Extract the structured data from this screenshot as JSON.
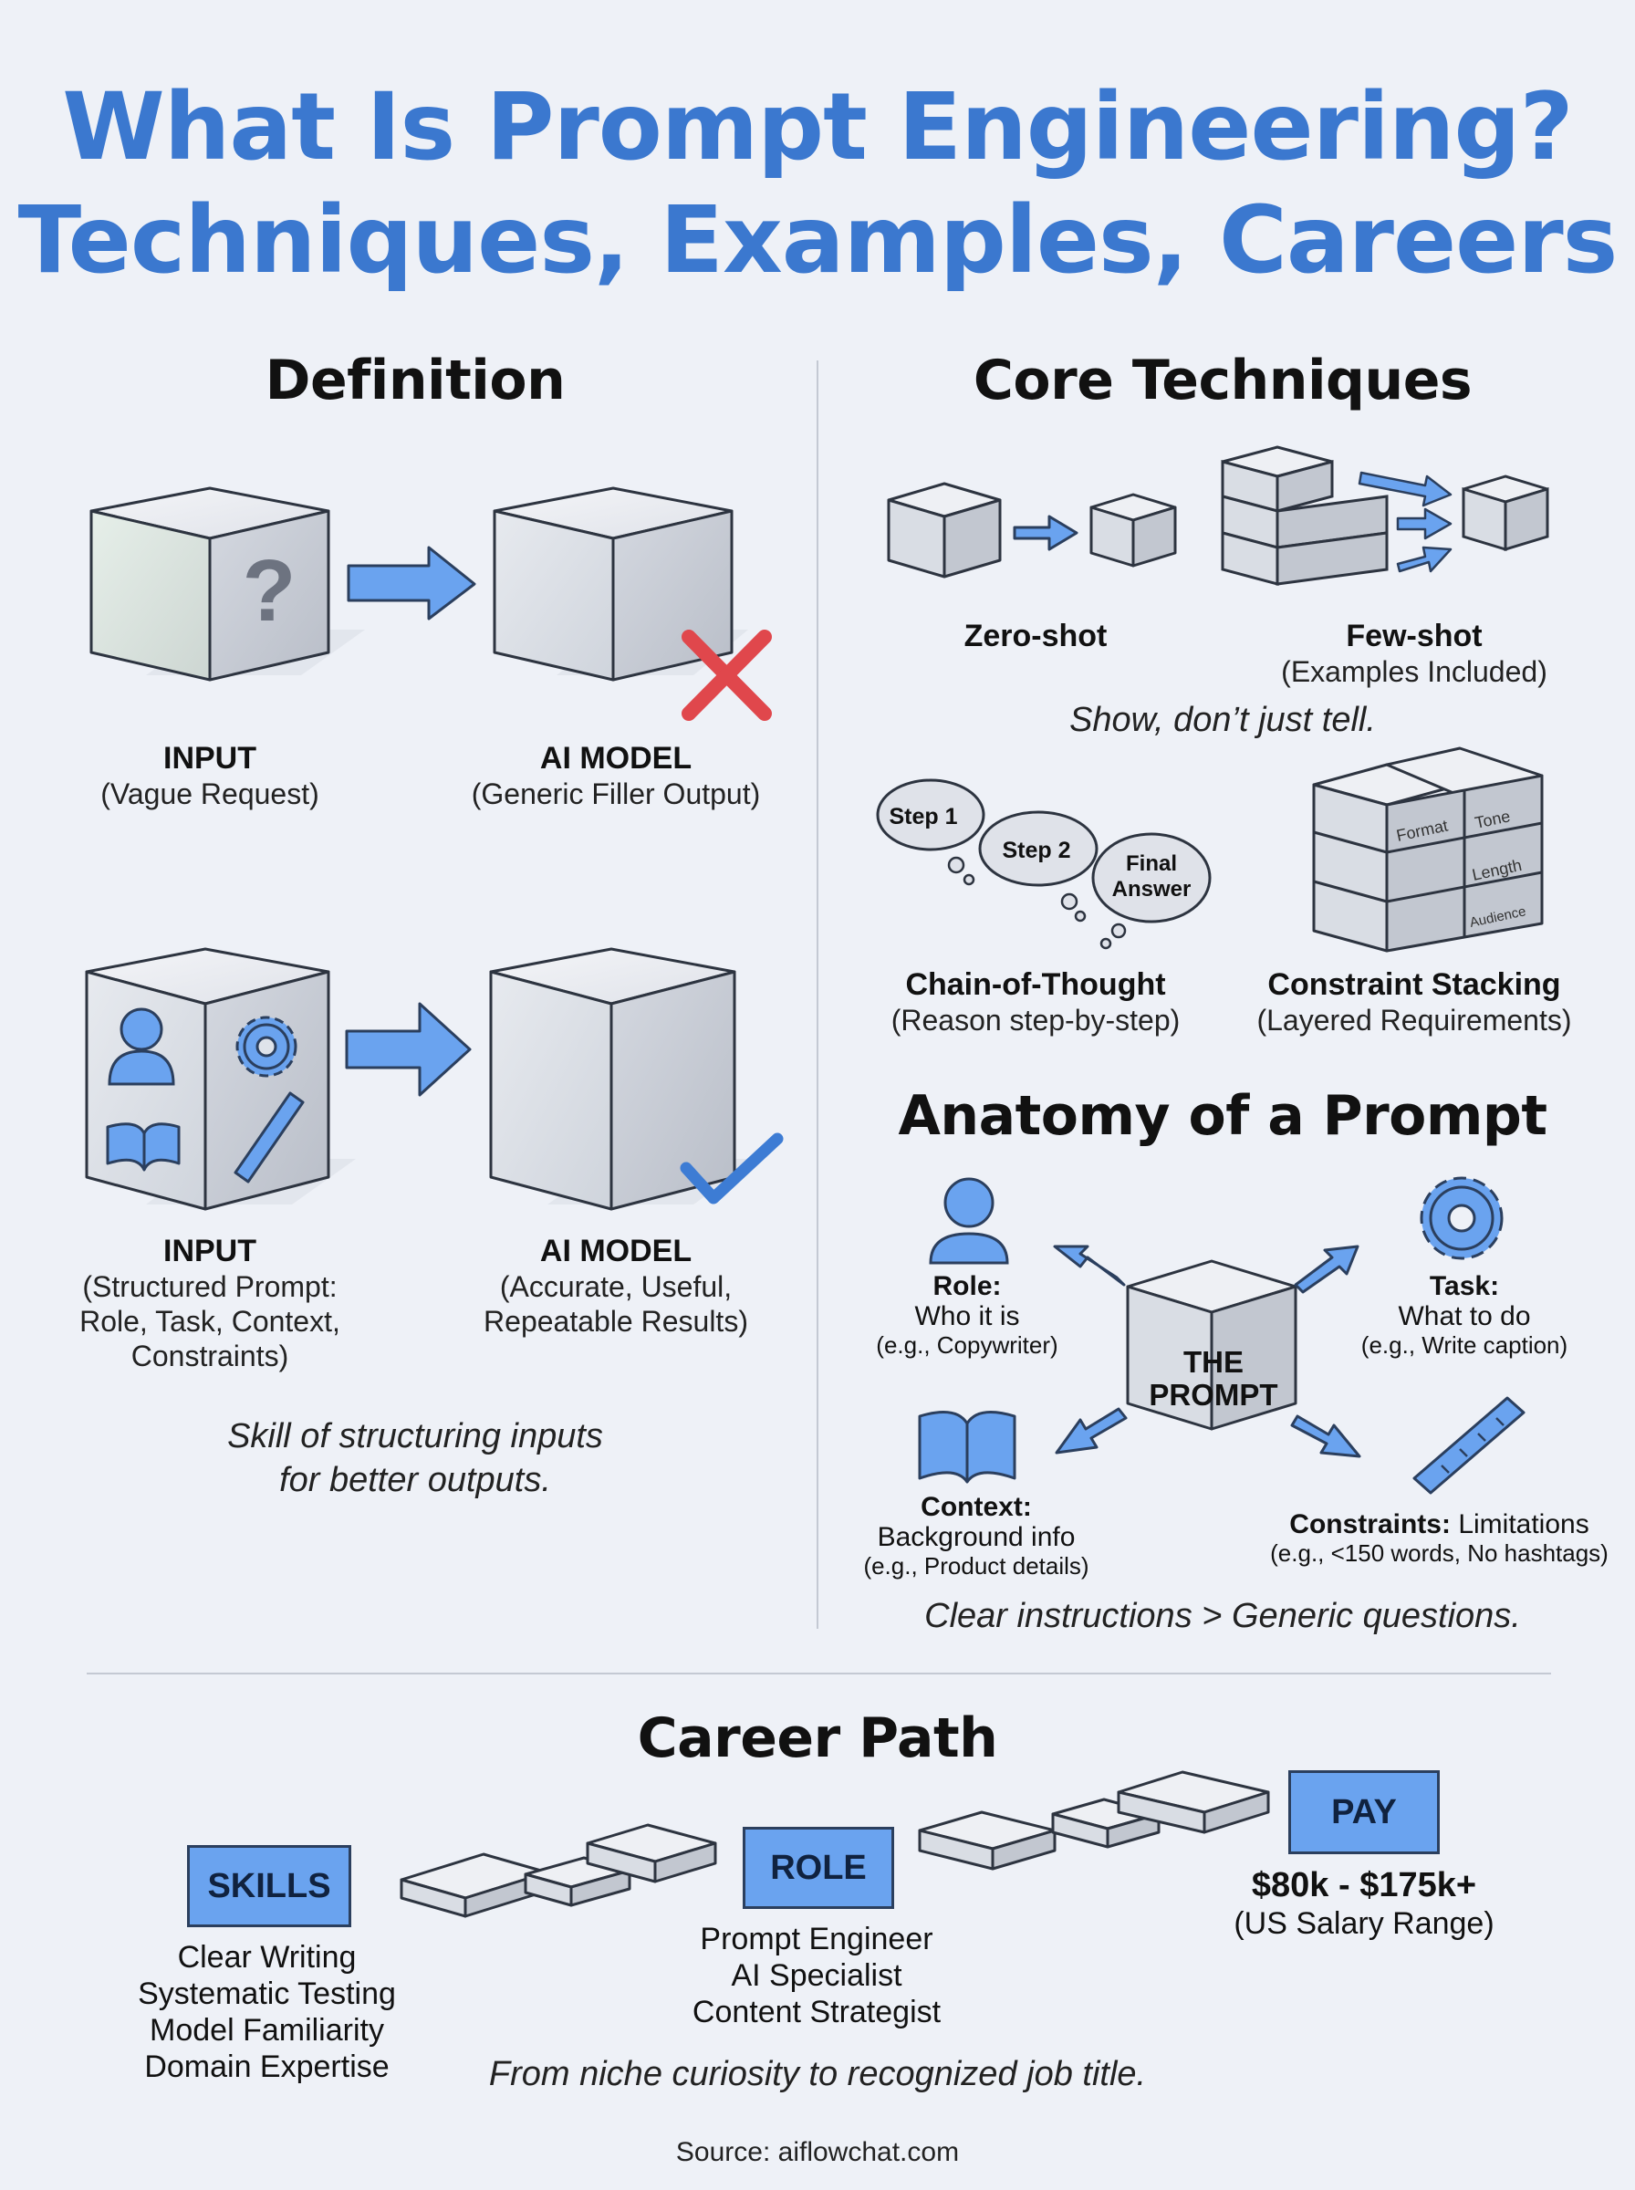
{
  "title": {
    "line1": "What Is Prompt Engineering?",
    "line2": "Techniques, Examples, Careers"
  },
  "definition": {
    "heading": "Definition",
    "row1": {
      "input_label": "INPUT",
      "input_sub": "(Vague Request)",
      "model_label": "AI MODEL",
      "model_sub": "(Generic Filler Output)"
    },
    "row2": {
      "input_label": "INPUT",
      "input_sub": [
        "(Structured Prompt:",
        "Role, Task, Context,",
        "Constraints)"
      ],
      "model_label": "AI MODEL",
      "model_sub": [
        "(Accurate, Useful,",
        "Repeatable Results)"
      ]
    },
    "tagline": [
      "Skill of structuring inputs",
      "for better outputs."
    ]
  },
  "techniques": {
    "heading": "Core Techniques",
    "zero_shot": {
      "label": "Zero-shot"
    },
    "few_shot": {
      "label": "Few-shot",
      "sub": "(Examples Included)"
    },
    "tagline": "Show, don’t just tell.",
    "chain_of_thought": {
      "label": "Chain-of-Thought",
      "sub": "(Reason step-by-step)",
      "bubbles": [
        "Step 1",
        "Step 2",
        "Final",
        "Answer"
      ]
    },
    "constraint_stacking": {
      "label": "Constraint Stacking",
      "sub": "(Layered Requirements)",
      "pieces": [
        "Format",
        "Tone",
        "Length",
        "Audience"
      ]
    }
  },
  "anatomy": {
    "heading": "Anatomy of a Prompt",
    "center": [
      "THE",
      "PROMPT"
    ],
    "role": {
      "title": "Role:",
      "desc": "Who it is",
      "example": "(e.g., Copywriter)"
    },
    "task": {
      "title": "Task:",
      "desc": "What to do",
      "example": "(e.g., Write caption)"
    },
    "context": {
      "title": "Context:",
      "desc": "Background info",
      "example": "(e.g., Product details)"
    },
    "constraints": {
      "title": "Constraints:",
      "desc": "Limitations",
      "example": "(e.g., <150 words, No hashtags)"
    },
    "tagline": "Clear instructions > Generic questions."
  },
  "career": {
    "heading": "Career Path",
    "skills": {
      "label": "SKILLS",
      "items": [
        "Clear Writing",
        "Systematic Testing",
        "Model Familiarity",
        "Domain Expertise"
      ]
    },
    "role": {
      "label": "ROLE",
      "items": [
        "Prompt Engineer",
        "AI Specialist",
        "Content Strategist"
      ]
    },
    "pay": {
      "label": "PAY",
      "amount": "$80k - $175k+",
      "sub": "(US Salary Range)"
    },
    "tagline": "From niche curiosity to recognized job title."
  },
  "source": "Source: aiflowchat.com",
  "colors": {
    "accent_blue": "#3b78cf",
    "light_blue": "#6aa3ef",
    "cross_red": "#e0474c",
    "check_blue": "#3d7cd4",
    "background": "#eef1f7"
  },
  "icons": [
    "question-mark-icon",
    "cross-icon",
    "person-icon",
    "gear-icon",
    "book-icon",
    "ruler-icon",
    "checkmark-icon",
    "arrow-icon",
    "thought-bubble-icon",
    "puzzle-icon"
  ]
}
